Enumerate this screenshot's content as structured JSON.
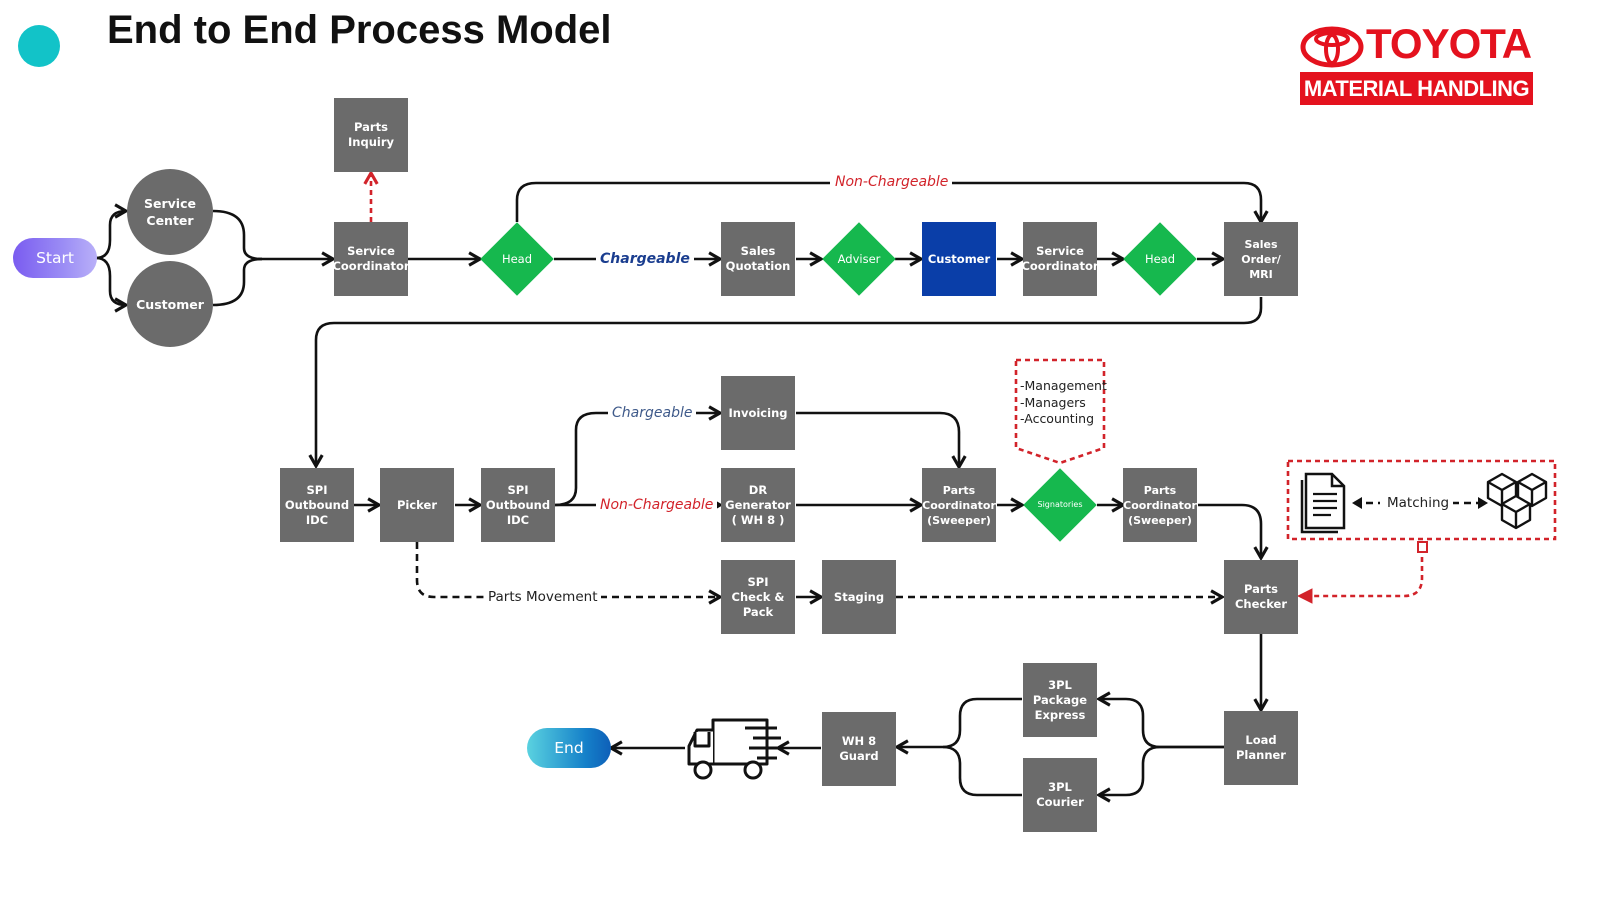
{
  "title": "End to End Process Model",
  "logo": {
    "word": "TOYOTA",
    "sub": "MATERIAL HANDLING",
    "color": "#e4121e"
  },
  "colors": {
    "accent_dot": "#12c3c8",
    "box": "#6b6b6b",
    "decision": "#16b84e",
    "customer": "#0a3ea8",
    "red": "#d2232a"
  },
  "nodes": {
    "start": "Start",
    "end": "End",
    "service_center": "Service\nCenter",
    "customer_circle": "Customer",
    "parts_inquiry": "Parts\nInquiry",
    "service_coordinator_1": "Service\nCoordinator",
    "head_1": "Head",
    "sales_quotation": "Sales\nQuotation",
    "adviser": "Adviser",
    "customer_box": "Customer",
    "service_coordinator_2": "Service\nCoordinator",
    "head_2": "Head",
    "sales_order": "Sales Order/\nMRI",
    "spi_outbound_1": "SPI\nOutbound\nIDC",
    "picker": "Picker",
    "spi_outbound_2": "SPI\nOutbound\nIDC",
    "invoicing": "Invoicing",
    "dr_generator": "DR\nGenerator\n( WH 8 )",
    "parts_coordinator_1": "Parts\nCoordinator\n(Sweeper)",
    "signatories": "Signatories",
    "parts_coordinator_2": "Parts\nCoordinator\n(Sweeper)",
    "spi_check_pack": "SPI\nCheck &\nPack",
    "staging": "Staging",
    "parts_checker": "Parts\nChecker",
    "load_planner": "Load\nPlanner",
    "tpl_package_express": "3PL\nPackage\nExpress",
    "tpl_courier": "3PL\nCourier",
    "wh8_guard": "WH 8\nGuard"
  },
  "edge_labels": {
    "non_chargeable_top": "Non-Chargeable",
    "chargeable_top": "Chargeable",
    "chargeable_mid": "Chargeable",
    "non_chargeable_mid": "Non-Chargeable",
    "parts_movement": "Parts Movement",
    "matching": "Matching"
  },
  "signatory_note": [
    "-Management",
    "-Managers",
    "-Accounting"
  ],
  "icons": [
    "document-icon",
    "boxes-icon",
    "truck-icon",
    "toyota-emblem-icon"
  ]
}
